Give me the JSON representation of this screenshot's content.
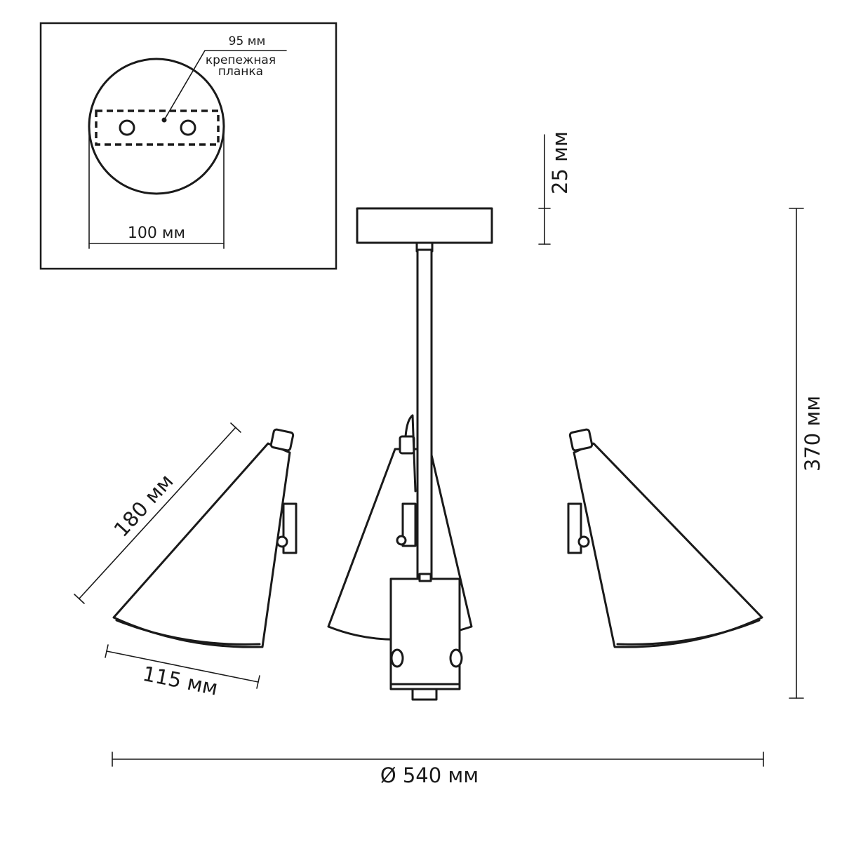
{
  "inset": {
    "plate_width_label": "95 мм",
    "plate_name_line1": "крепежная",
    "plate_name_line2": "планка",
    "canopy_diameter_label": "100 мм"
  },
  "dimensions": {
    "canopy_height_label": "25 мм",
    "total_height_label": "370 мм",
    "shade_length_label": "180 мм",
    "shade_opening_label": "115 мм",
    "diameter_label": "Ø 540 мм"
  },
  "colors": {
    "line": "#1a1a1a",
    "background": "#ffffff"
  }
}
